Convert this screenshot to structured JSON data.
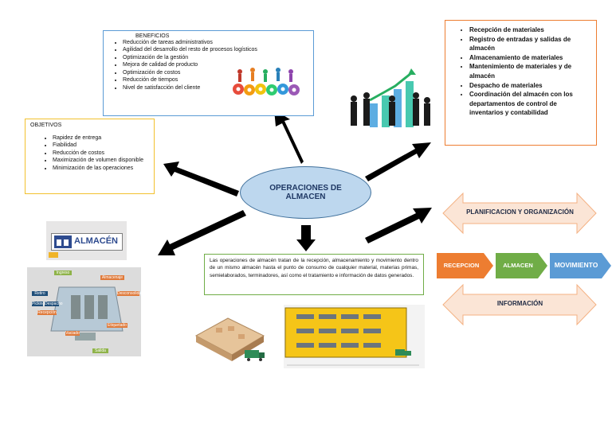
{
  "center": {
    "title": "OPERACIONES DE ALMACEN"
  },
  "beneficios": {
    "title": "BENEFICIOS",
    "items": [
      "Reducción de tareas administrativos",
      "Agilidad del desarrollo del resto de procesos logísticos",
      "Optimización de la gestión",
      "Mejora de calidad de producto",
      "Optimización de costos",
      "Reducción de tiempos",
      "Nivel de satisfacción del cliente"
    ]
  },
  "objetivos": {
    "title": "OBJETIVOS",
    "items": [
      "Rapidez de entrega",
      "Fiabilidad",
      "Reducción de costos",
      "Maximización de volumen disponible",
      "Minimización de las operaciones"
    ]
  },
  "procesos": {
    "items": [
      "Recepción de materiales",
      "Registro de entradas y salidas de almacén",
      "Almacenamiento de materiales",
      "Mantenimiento de materiales y de almacén",
      "Despacho de materiales",
      "Coordinación del almacén con los departamentos de control de inventarios y contabilidad"
    ]
  },
  "descripcion": {
    "text": "Las operaciones de almacén tratan de la recepción, almacenamiento y movimiento dentro de un mismo almacén hasta el punto de consumo de cualquier material, materias primas, semielaborados, terminadores, así como el tratamiento e información de datos generados."
  },
  "flujo": {
    "planificacion": "PLANIFICACION Y ORGANIZACIÓN",
    "recepcion": "RECEPCION",
    "almacen": "ALMACEN",
    "movimiento": "MOVIMIENTO",
    "informacion": "INFORMACIÓN"
  },
  "logo": {
    "text": "ALMACÉN"
  },
  "warehouse_labels": [
    "Ingreso",
    "Almacenaje",
    "Desconsolidación",
    "Recepción",
    "Picking",
    "Despacho",
    "Etiquetado",
    "Salida",
    "Vaciado",
    "Retiro"
  ],
  "colors": {
    "arrow": "#000000",
    "oval_fill": "#bdd7ee",
    "recepcion": "#ed7d31",
    "almacen": "#70ad47",
    "movimiento": "#5b9bd5",
    "double_arrow": "#fbe5d6",
    "double_arrow_border": "#f4b183"
  }
}
